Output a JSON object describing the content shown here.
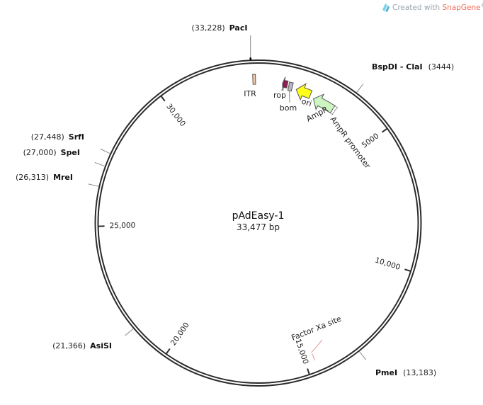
{
  "credit": {
    "prefix": "Created with ",
    "brand": "SnapGene",
    "registered": "®",
    "brand_color": "#f36f5b",
    "icon": "snapgene-logo-icon"
  },
  "plasmid": {
    "name": "pAdEasy-1",
    "length_label": "33,477 bp",
    "length": 33477
  },
  "ticks": [
    {
      "label": "5000",
      "position": 5000
    },
    {
      "label": "10,000",
      "position": 10000
    },
    {
      "label": "15,000",
      "position": 15000
    },
    {
      "label": "20,000",
      "position": 20000
    },
    {
      "label": "25,000",
      "position": 25000
    },
    {
      "label": "30,000",
      "position": 30000
    }
  ],
  "sites": [
    {
      "name": "PacI",
      "position": 33228,
      "position_label": "(33,228)",
      "side": "top"
    },
    {
      "name": "BspDI - ClaI",
      "position": 3444,
      "position_label": "(3444)",
      "side": "right"
    },
    {
      "name": "PmeI",
      "position": 13183,
      "position_label": "(13,183)",
      "side": "right"
    },
    {
      "name": "AsiSI",
      "position": 21366,
      "position_label": "(21,366)",
      "side": "left"
    },
    {
      "name": "MreI",
      "position": 26313,
      "position_label": "(26,313)",
      "side": "left"
    },
    {
      "name": "SpeI",
      "position": 27000,
      "position_label": "(27,000)",
      "side": "left"
    },
    {
      "name": "SrfI",
      "position": 27448,
      "position_label": "(27,448)",
      "side": "left"
    }
  ],
  "features": [
    {
      "name": "ITR",
      "start": 33280,
      "end": 33380,
      "color": "#f5c9a8",
      "kind": "box"
    },
    {
      "name": "rop",
      "start": 920,
      "end": 1110,
      "color": "#8b1e52",
      "kind": "arrow-ccw"
    },
    {
      "name": "bom",
      "start": 1170,
      "end": 1310,
      "color": "#b8b8c0",
      "kind": "box"
    },
    {
      "name": "ori",
      "start": 1480,
      "end": 2060,
      "color": "#ffff1a",
      "kind": "arrow-ccw"
    },
    {
      "name": "AmpR",
      "start": 2230,
      "end": 3090,
      "color": "#ccf5c2",
      "kind": "arrow-ccw"
    },
    {
      "name": "AmpR promoter",
      "start": 3090,
      "end": 3195,
      "color": "#ffffff",
      "kind": "box"
    },
    {
      "name": "Factor Xa site",
      "start": 14650,
      "end": 14690,
      "color": "#e6a7a7",
      "kind": "site"
    }
  ],
  "colors": {
    "backbone": "#2b2b2b",
    "leader": "#8a8a8a",
    "text": "#222222"
  }
}
